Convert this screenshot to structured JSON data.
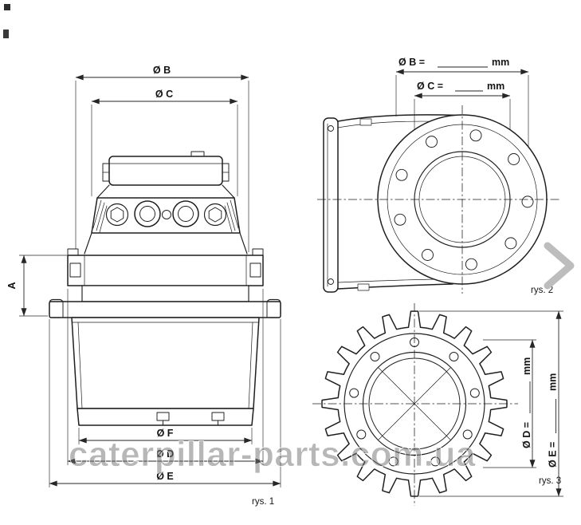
{
  "colors": {
    "line": "#1f1f1f",
    "dim": "#262626",
    "chevron": "#bdbdbd",
    "watermark": "#6f6f6f"
  },
  "watermark": {
    "text": "caterpillar-parts.com.ua"
  },
  "figure1": {
    "caption": "rys. 1",
    "dim_b": "Ø B",
    "dim_c": "Ø C",
    "dim_a": "A",
    "dim_f": "Ø F",
    "dim_d": "Ø D",
    "dim_e": "Ø E"
  },
  "figure2": {
    "caption": "rys. 2",
    "dim_b_label": "Ø B =",
    "dim_b_unit": "mm",
    "dim_c_label": "Ø C =",
    "dim_c_unit": "mm"
  },
  "figure3": {
    "caption": "rys. 3",
    "dim_d_label": "Ø D =",
    "dim_d_unit": "mm",
    "dim_e_label": "Ø E =",
    "dim_e_unit": "mm"
  },
  "icons": {
    "carousel_next": "chevron-right"
  }
}
